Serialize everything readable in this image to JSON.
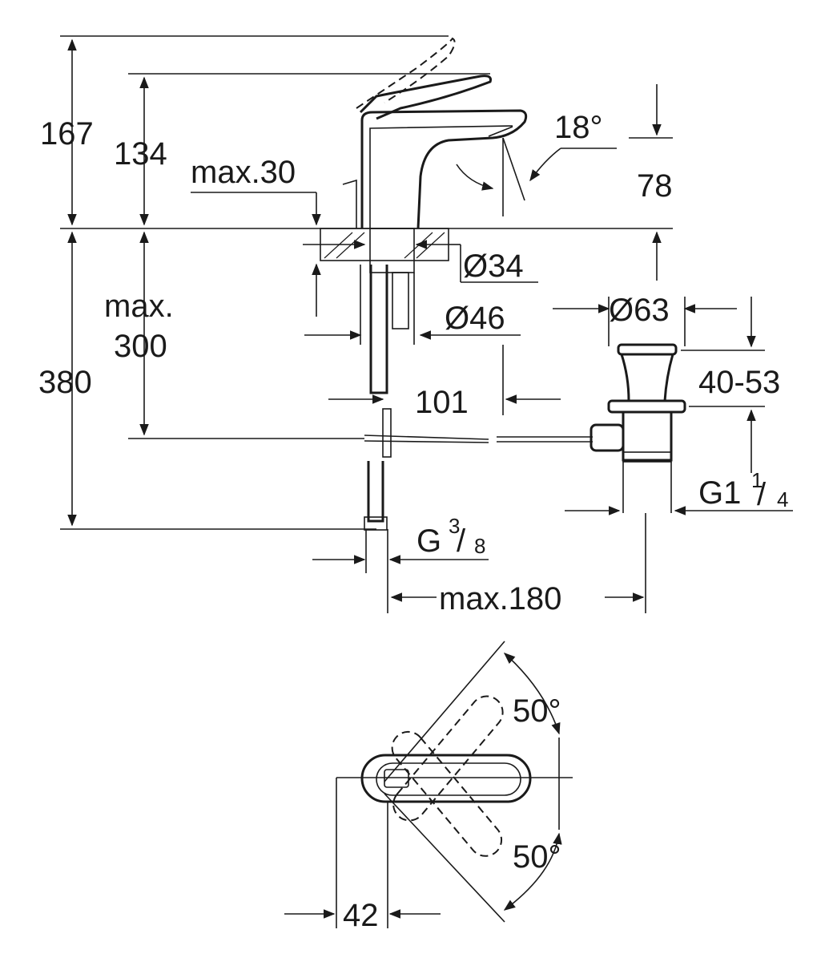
{
  "labels": {
    "h_167": "167",
    "h_134": "134",
    "max30": "max.30",
    "angle_18": "18°",
    "h_78": "78",
    "d34": "Ø34",
    "max_label": "max.",
    "max300": "300",
    "d46": "Ø46",
    "d63": "Ø63",
    "h_380": "380",
    "range_40_53": "40-53",
    "w_101": "101",
    "g1_main": "G1",
    "g1_num": "1",
    "g1_den": "4",
    "g38_main": "G",
    "g38_num": "3",
    "g38_den": "8",
    "max180": "max.180",
    "angle_50_top": "50°",
    "angle_50_bottom": "50°",
    "w_42": "42"
  },
  "colors": {
    "line": "#1a1a1a",
    "background": "#ffffff"
  }
}
